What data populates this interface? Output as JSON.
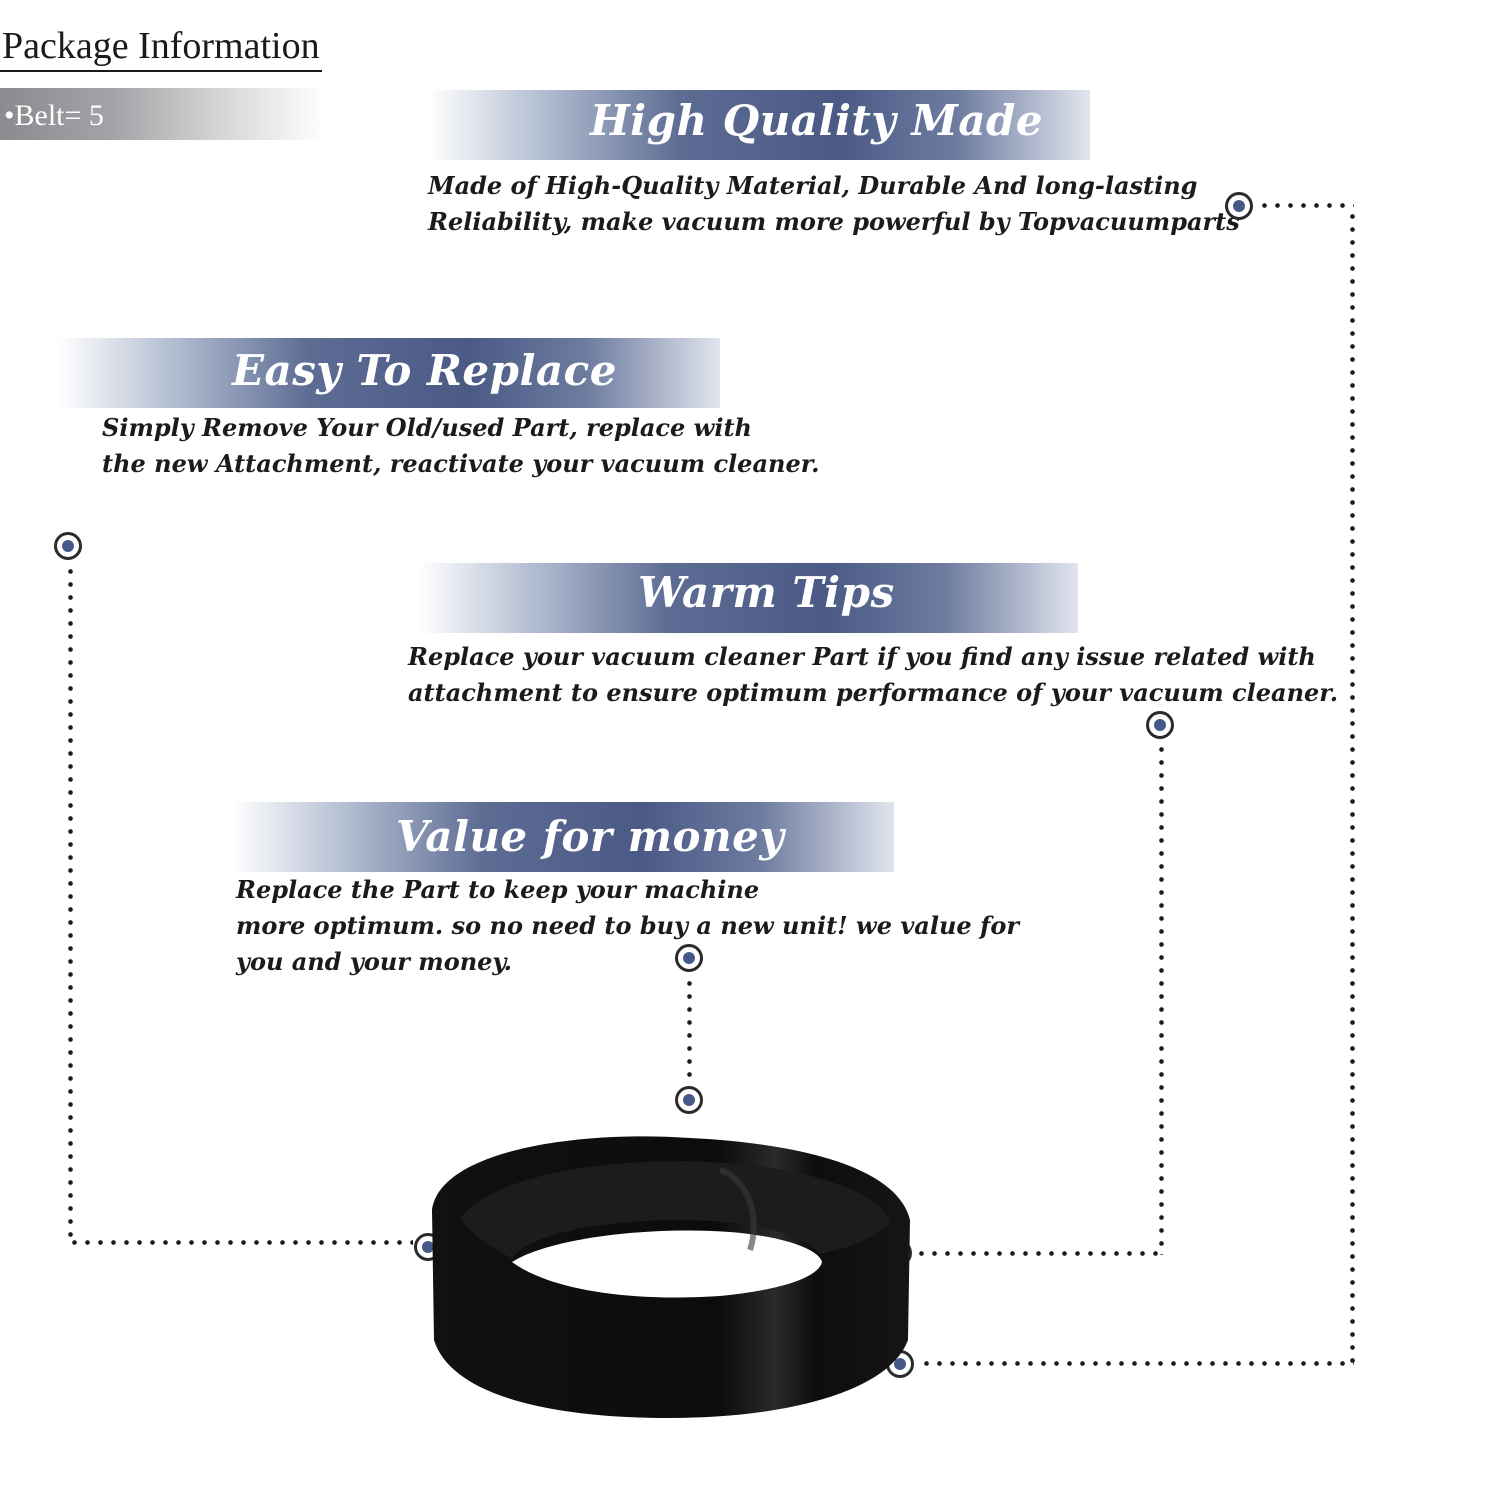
{
  "package": {
    "title": "Package Information",
    "item": "•Belt= 5"
  },
  "sections": {
    "quality": {
      "title": "High Quality Made",
      "line1": "Made of  High-Quality Material, Durable And long-lasting",
      "line2": "Reliability, make vacuum more powerful by Topvacuumparts"
    },
    "replace": {
      "title": "Easy To Replace",
      "line1": "Simply Remove Your Old/used Part, replace with",
      "line2": "the new Attachment, reactivate your vacuum cleaner."
    },
    "tips": {
      "title": "Warm Tips",
      "line1": "Replace your vacuum cleaner Part if you find any issue related with",
      "line2": " attachment to ensure optimum performance of your vacuum cleaner."
    },
    "value": {
      "title": "Value for money",
      "line1": "Replace the Part to keep your machine",
      "line2": "more optimum. so no need to buy a new unit! we value for",
      "line3": "you and your money."
    }
  },
  "colors": {
    "banner_blue": "#4a5a85",
    "marker_fill": "#465a89",
    "belt": "#0d0d0d"
  },
  "icons": [
    "callout-marker-icon",
    "vacuum-belt-image"
  ]
}
